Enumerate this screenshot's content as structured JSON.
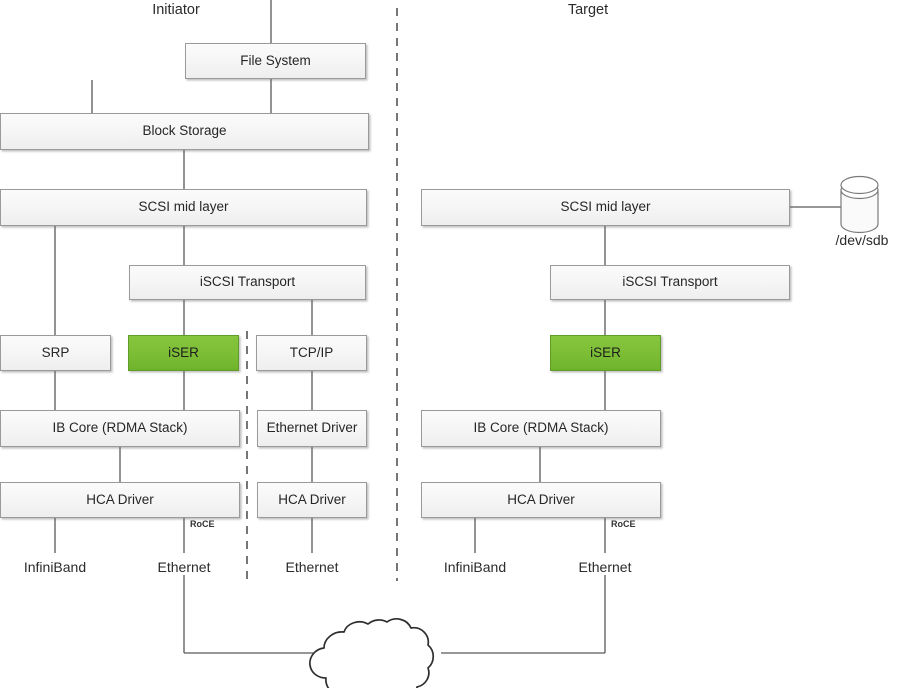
{
  "diagram": {
    "title_initiator": "Initiator",
    "title_target": "Target",
    "accent_green": "#7dbe36",
    "box_fill": "#f4f4f4",
    "box_border": "#9a9a9a",
    "line_color": "#595959"
  },
  "initiator": {
    "file_system": "File System",
    "block_storage": "Block Storage",
    "scsi_mid_layer": "SCSI mid layer",
    "iscsi_transport": "iSCSI Transport",
    "srp": "SRP",
    "iser": "iSER",
    "tcp_ip": "TCP/IP",
    "ib_core": "IB Core (RDMA Stack)",
    "ethernet_driver": "Ethernet Driver",
    "hca_driver_ib": "HCA Driver",
    "hca_driver_eth": "HCA Driver",
    "label_infiniband": "InfiniBand",
    "label_ethernet_roce": "Ethernet",
    "label_ethernet_tcp": "Ethernet",
    "label_roce": "RoCE"
  },
  "target": {
    "scsi_mid_layer": "SCSI mid layer",
    "iscsi_transport": "iSCSI Transport",
    "iser": "iSER",
    "ib_core": "IB Core (RDMA Stack)",
    "hca_driver": "HCA Driver",
    "label_infiniband": "InfiniBand",
    "label_ethernet": "Ethernet",
    "label_roce": "RoCE",
    "disk_label": "/dev/sdb"
  },
  "network": {
    "cloud_label": ""
  }
}
